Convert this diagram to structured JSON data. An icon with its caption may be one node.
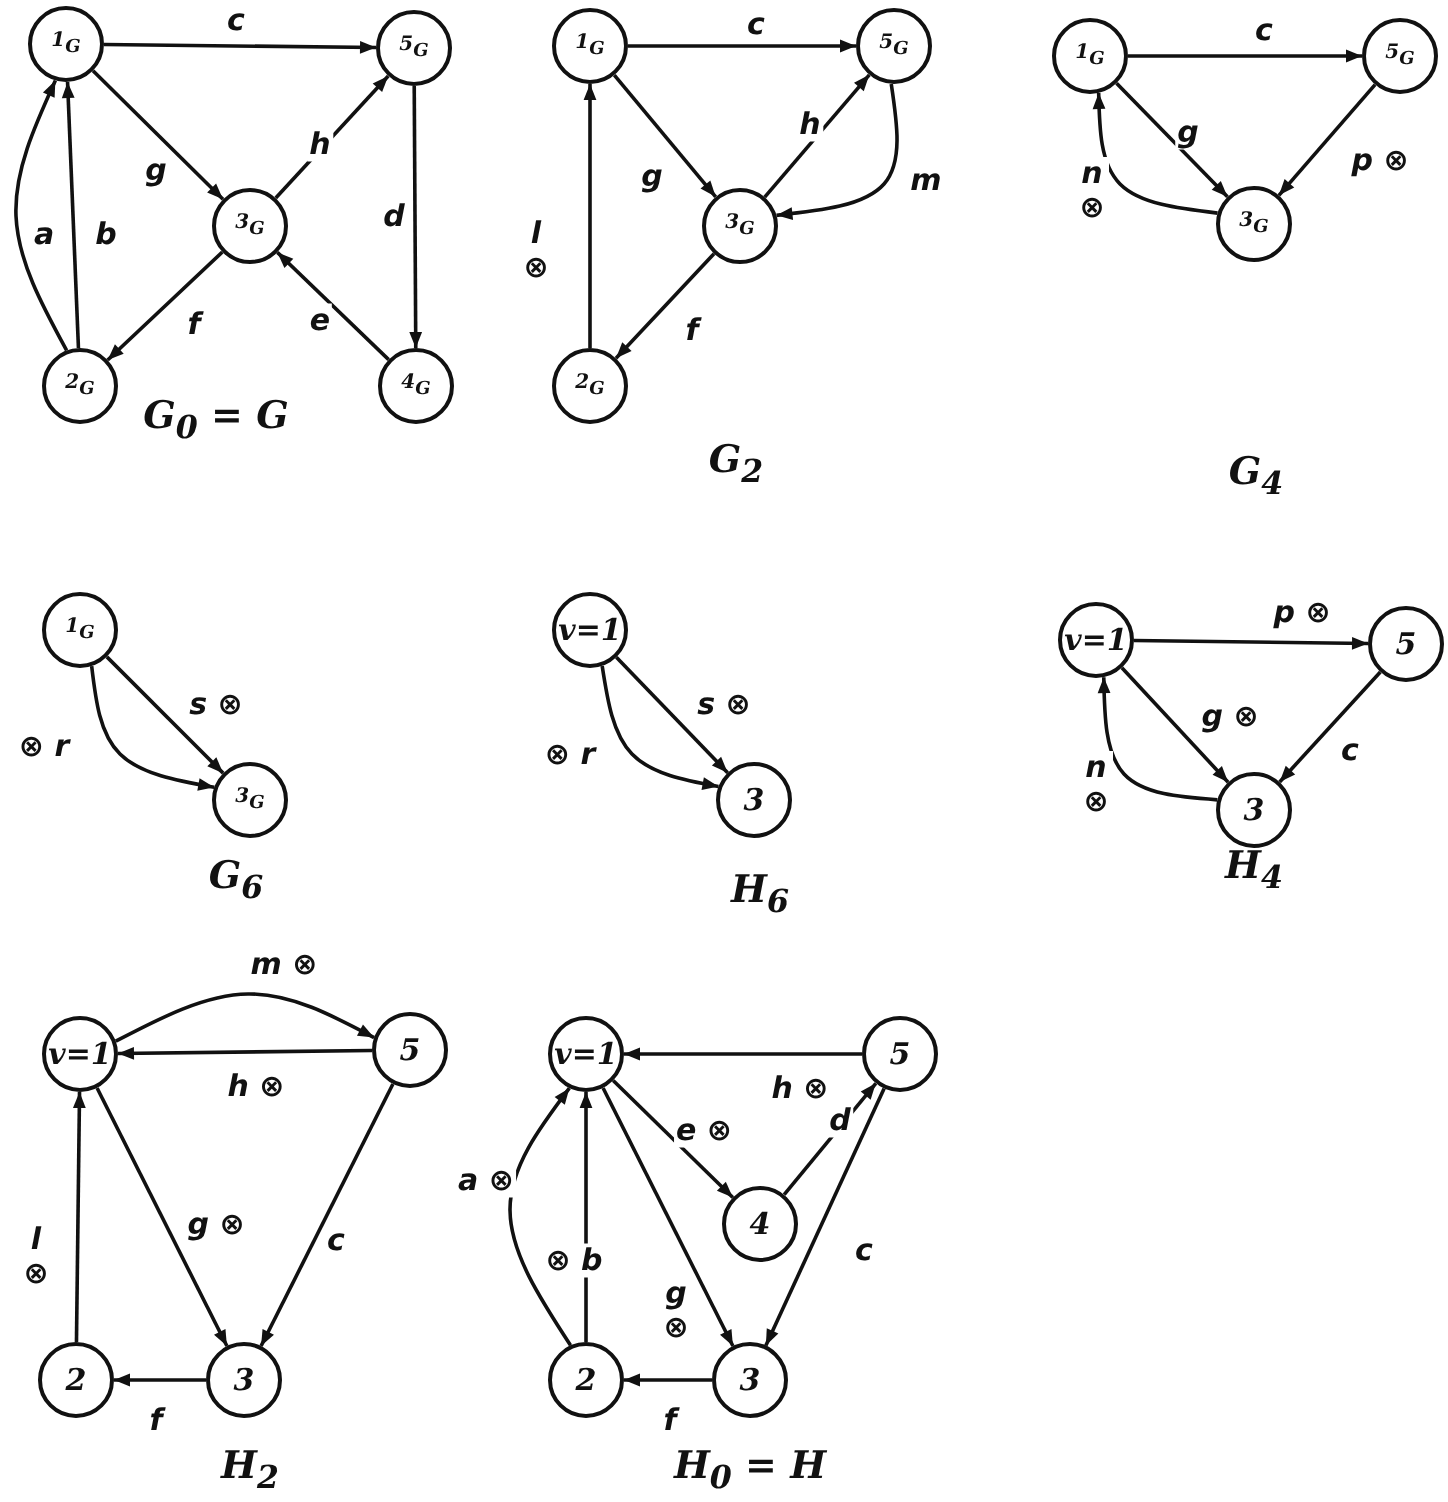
{
  "diagram": {
    "nodes": [
      {
        "text": [
          "1$_{G}$"
        ]
      },
      {
        "text": [
          "5$_{G}$"
        ]
      },
      {
        "text": [
          "3$_{G}$"
        ]
      },
      {
        "text": [
          "2$_{G}$"
        ]
      },
      {
        "text": [
          "4$_{G}$"
        ]
      },
      {
        "text": [
          "1$_{G}$"
        ]
      },
      {
        "text": [
          "5$_{G}$"
        ]
      },
      {
        "text": [
          "3$_{G}$"
        ]
      },
      {
        "text": [
          "2$_{G}$"
        ]
      },
      {
        "text": [
          "1$_{G}$"
        ]
      },
      {
        "text": [
          "5$_{G}$"
        ]
      },
      {
        "text": [
          "3$_{G}$"
        ]
      },
      {
        "text": [
          "1$_{G}$"
        ]
      },
      {
        "text": [
          "3$_{G}$"
        ]
      },
      {
        "text": [
          "v=1"
        ]
      },
      {
        "text": [
          "3"
        ]
      },
      {
        "text": [
          "v=1"
        ]
      },
      {
        "text": [
          "5"
        ]
      },
      {
        "text": [
          "3"
        ]
      },
      {
        "text": [
          "v=1"
        ]
      },
      {
        "text": [
          "5"
        ]
      },
      {
        "text": [
          "3"
        ]
      },
      {
        "text": [
          "2"
        ]
      },
      {
        "text": [
          "v=1"
        ]
      },
      {
        "text": [
          "5"
        ]
      },
      {
        "text": [
          "4"
        ]
      },
      {
        "text": [
          "3"
        ]
      },
      {
        "text": [
          "2"
        ]
      }
    ],
    "edges": [
      {
        "from": 0,
        "to": 1,
        "arrow": "to",
        "label": "c"
      },
      {
        "from": 0,
        "to": 2,
        "arrow": "to",
        "label": "g"
      },
      {
        "from": 2,
        "to": 1,
        "arrow": "to",
        "label": "h"
      },
      {
        "from": 1,
        "to": 4,
        "arrow": "to",
        "label": "d"
      },
      {
        "from": 4,
        "to": 2,
        "arrow": "to",
        "label": "e"
      },
      {
        "from": 2,
        "to": 3,
        "arrow": "to",
        "label": "f"
      },
      {
        "from": 3,
        "to": 0,
        "arrow": "to",
        "label": "b"
      },
      {
        "from": 3,
        "to": 0,
        "arrow": "to",
        "label": "a"
      },
      {
        "from": 5,
        "to": 6,
        "arrow": "to",
        "label": "c"
      },
      {
        "from": 5,
        "to": 7,
        "arrow": "to",
        "label": "g"
      },
      {
        "from": 7,
        "to": 6,
        "arrow": "to",
        "label": "h"
      },
      {
        "from": 6,
        "to": 7,
        "arrow": "to",
        "label": "m"
      },
      {
        "from": 7,
        "to": 8,
        "arrow": "to",
        "label": "f"
      },
      {
        "from": 8,
        "to": 5,
        "arrow": "to",
        "label": "l ⊗"
      },
      {
        "from": 9,
        "to": 10,
        "arrow": "to",
        "label": "c"
      },
      {
        "from": 9,
        "to": 11,
        "arrow": "to",
        "label": "g"
      },
      {
        "from": 11,
        "to": 9,
        "arrow": "to",
        "label": "n ⊗"
      },
      {
        "from": 10,
        "to": 11,
        "arrow": "to",
        "label": "p ⊗"
      },
      {
        "from": 12,
        "to": 13,
        "arrow": "to",
        "label": "s ⊗"
      },
      {
        "from": 12,
        "to": 13,
        "arrow": "to",
        "label": "⊗ r"
      },
      {
        "from": 14,
        "to": 15,
        "arrow": "to",
        "label": "s ⊗"
      },
      {
        "from": 14,
        "to": 15,
        "arrow": "to",
        "label": "⊗ r"
      },
      {
        "from": 16,
        "to": 17,
        "arrow": "to",
        "label": "p ⊗"
      },
      {
        "from": 16,
        "to": 18,
        "arrow": "to",
        "label": "g ⊗"
      },
      {
        "from": 18,
        "to": 16,
        "arrow": "to",
        "label": "n ⊗"
      },
      {
        "from": 17,
        "to": 18,
        "arrow": "to",
        "label": "c"
      },
      {
        "from": 19,
        "to": 20,
        "arrow": "to",
        "label": "m ⊗"
      },
      {
        "from": 20,
        "to": 19,
        "arrow": "to",
        "label": "h ⊗"
      },
      {
        "from": 19,
        "to": 21,
        "arrow": "to",
        "label": "g ⊗"
      },
      {
        "from": 20,
        "to": 21,
        "arrow": "to",
        "label": "c"
      },
      {
        "from": 21,
        "to": 22,
        "arrow": "to",
        "label": "f"
      },
      {
        "from": 22,
        "to": 19,
        "arrow": "to",
        "label": "l ⊗"
      },
      {
        "from": 24,
        "to": 23,
        "arrow": "to",
        "label": "h ⊗"
      },
      {
        "from": 23,
        "to": 25,
        "arrow": "to",
        "label": "e ⊗"
      },
      {
        "from": 25,
        "to": 24,
        "arrow": "to",
        "label": "d"
      },
      {
        "from": 24,
        "to": 26,
        "arrow": "to",
        "label": "c"
      },
      {
        "from": 23,
        "to": 26,
        "arrow": "to",
        "label": "g ⊗"
      },
      {
        "from": 27,
        "to": 23,
        "arrow": "to",
        "label": "⊗ b"
      },
      {
        "from": 27,
        "to": 23,
        "arrow": "to",
        "label": "a ⊗"
      },
      {
        "from": 26,
        "to": 27,
        "arrow": "to",
        "label": "f"
      }
    ],
    "labels": [
      "G$_{0}$ = G",
      "G$_{2}$",
      "G$_{4}$",
      "G$_{6}$",
      "H$_{6}$",
      "H$_{4}$",
      "H$_{2}$",
      "H$_{0}$ = H"
    ]
  }
}
